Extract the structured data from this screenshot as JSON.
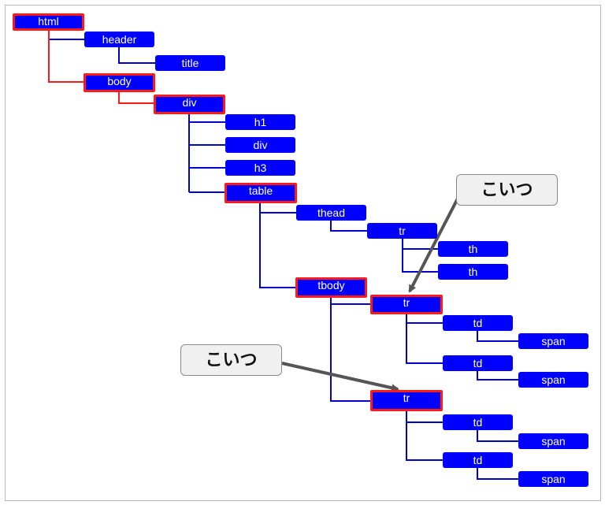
{
  "callouts": {
    "top": "こいつ",
    "bottom": "こいつ"
  },
  "nodes": {
    "html": "html",
    "header": "header",
    "title": "title",
    "body": "body",
    "div": "div",
    "h1": "h1",
    "div2": "div",
    "h3": "h3",
    "table": "table",
    "thead": "thead",
    "tr_head": "tr",
    "th1": "th",
    "th2": "th",
    "tbody": "tbody",
    "tr1": "tr",
    "td1": "td",
    "span1": "span",
    "td2": "td",
    "span2": "span",
    "tr2": "tr",
    "td3": "td",
    "span3": "span",
    "td4": "td",
    "span4": "span"
  },
  "colors": {
    "node_fill": "#0000ff",
    "highlight_border": "#ff1a1a",
    "highlight_line": "#ff1a1a",
    "line": "#0000d0",
    "arrow": "#555555"
  }
}
